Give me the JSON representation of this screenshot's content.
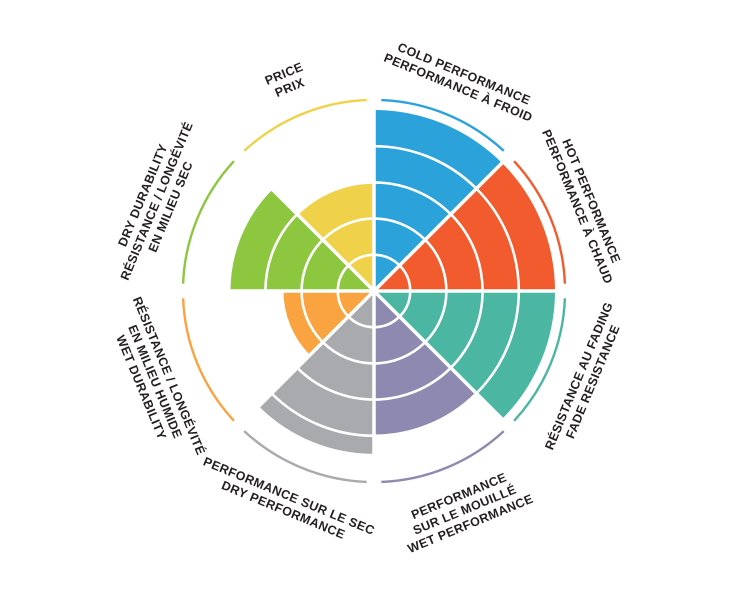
{
  "page": {
    "background_color": "#ffffff",
    "text_color": "#231f20"
  },
  "chart_data": {
    "type": "pie",
    "variant": "polar-rose-rating-wheel (coxcomb chart, 8 equal 45° sectors, fill radius = rating)",
    "title": "",
    "legend_position": "rotated tangential labels around wheel",
    "grid": "concentric white rings over sector fills, white radial separators, thin colored reference arc at max radius per sector",
    "sector_span_degrees": 45,
    "scale": {
      "min": 0,
      "max": 5,
      "rings": 5
    },
    "sectors": [
      {
        "id": "cold-performance",
        "label_lines": [
          "COLD PERFORMANCE",
          "PERFORMANCE À FROID"
        ],
        "value": 5,
        "color": "#2ba3da",
        "angle": 22.5
      },
      {
        "id": "hot-performance",
        "label_lines": [
          "HOT PERFORMANCE",
          "PERFORMANCE À CHAUD"
        ],
        "value": 5,
        "color": "#f15b2d",
        "angle": 67.5
      },
      {
        "id": "fade-resistance",
        "label_lines": [
          "RÉSISTANCE AU FADING",
          "FADE RESISTANCE"
        ],
        "value": 5,
        "color": "#4bb6a2",
        "angle": 112.5
      },
      {
        "id": "wet-performance",
        "label_lines": [
          "PERFORMANCE",
          "SUR LE MOUILLÉ",
          "WET PERFORMANCE"
        ],
        "value": 4,
        "color": "#8e89b1",
        "angle": 157.5
      },
      {
        "id": "dry-performance",
        "label_lines": [
          "PERFORMANCE SUR LE SEC",
          "DRY PERFORMANCE"
        ],
        "value": 4.5,
        "color": "#a9aaad",
        "angle": 202.5
      },
      {
        "id": "wet-durability",
        "label_lines": [
          "RÉSISTANCE / LONGÉVITÉ",
          "EN MILIEU HUMIDE",
          "WET DURABILITY"
        ],
        "value": 2.5,
        "color": "#f9a440",
        "angle": 247.5
      },
      {
        "id": "dry-durability",
        "label_lines": [
          "DRY DURABILITY",
          "RÉSISTANCE / LONGÉVITÉ",
          "EN MILIEU SEC"
        ],
        "value": 4,
        "color": "#8dc63f",
        "angle": 292.5
      },
      {
        "id": "price",
        "label_lines": [
          "PRICE",
          "PRIX"
        ],
        "value": 3,
        "color": "#efd24a",
        "angle": 337.5
      }
    ]
  }
}
